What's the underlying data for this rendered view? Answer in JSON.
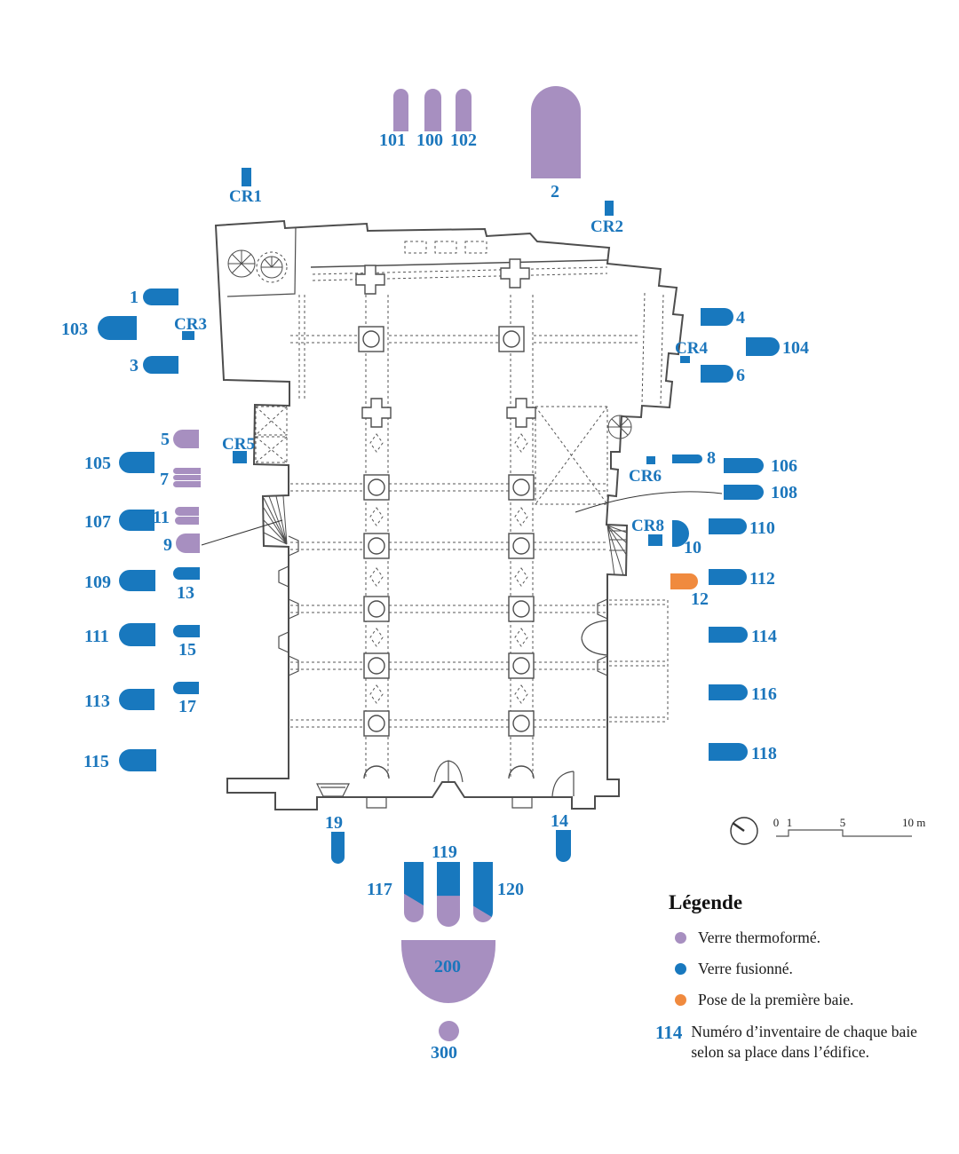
{
  "colors": {
    "glass_blue": "#1878BE",
    "glass_purple": "#A78FC0",
    "glass_orange": "#F08A3E",
    "label_blue": "#1B76BC",
    "plan_line": "#4d4d4d"
  },
  "bays": {
    "n1": "1",
    "n2": "2",
    "n3": "3",
    "n4": "4",
    "n5": "5",
    "n6": "6",
    "n7": "7",
    "n8": "8",
    "n9": "9",
    "n10": "10",
    "n11": "11",
    "n12": "12",
    "n13": "13",
    "n14": "14",
    "n15": "15",
    "n17": "17",
    "n19": "19",
    "n100": "100",
    "n101": "101",
    "n102": "102",
    "n103": "103",
    "n104": "104",
    "n105": "105",
    "n106": "106",
    "n107": "107",
    "n108": "108",
    "n109": "109",
    "n110": "110",
    "n111": "111",
    "n112": "112",
    "n113": "113",
    "n114": "114",
    "n115": "115",
    "n116": "116",
    "n117": "117",
    "n118": "118",
    "n119": "119",
    "n120": "120",
    "n200": "200",
    "n300": "300",
    "cr1": "CR1",
    "cr2": "CR2",
    "cr3": "CR3",
    "cr4": "CR4",
    "cr5": "CR5",
    "cr6": "CR6",
    "cr8": "CR8"
  },
  "scale_bar": {
    "t0": "0",
    "t1": "1",
    "t5": "5",
    "t10": "10 m"
  },
  "legend": {
    "title": "Légende",
    "items": [
      {
        "swatch": "purple",
        "label": "Verre thermoformé."
      },
      {
        "swatch": "blue",
        "label": "Verre fusionné."
      },
      {
        "swatch": "orange",
        "label": "Pose de la première baie."
      }
    ],
    "number_key": {
      "number": "114",
      "line1": "Numéro d’inventaire de chaque baie",
      "line2": "selon sa place dans l’édifice."
    }
  }
}
